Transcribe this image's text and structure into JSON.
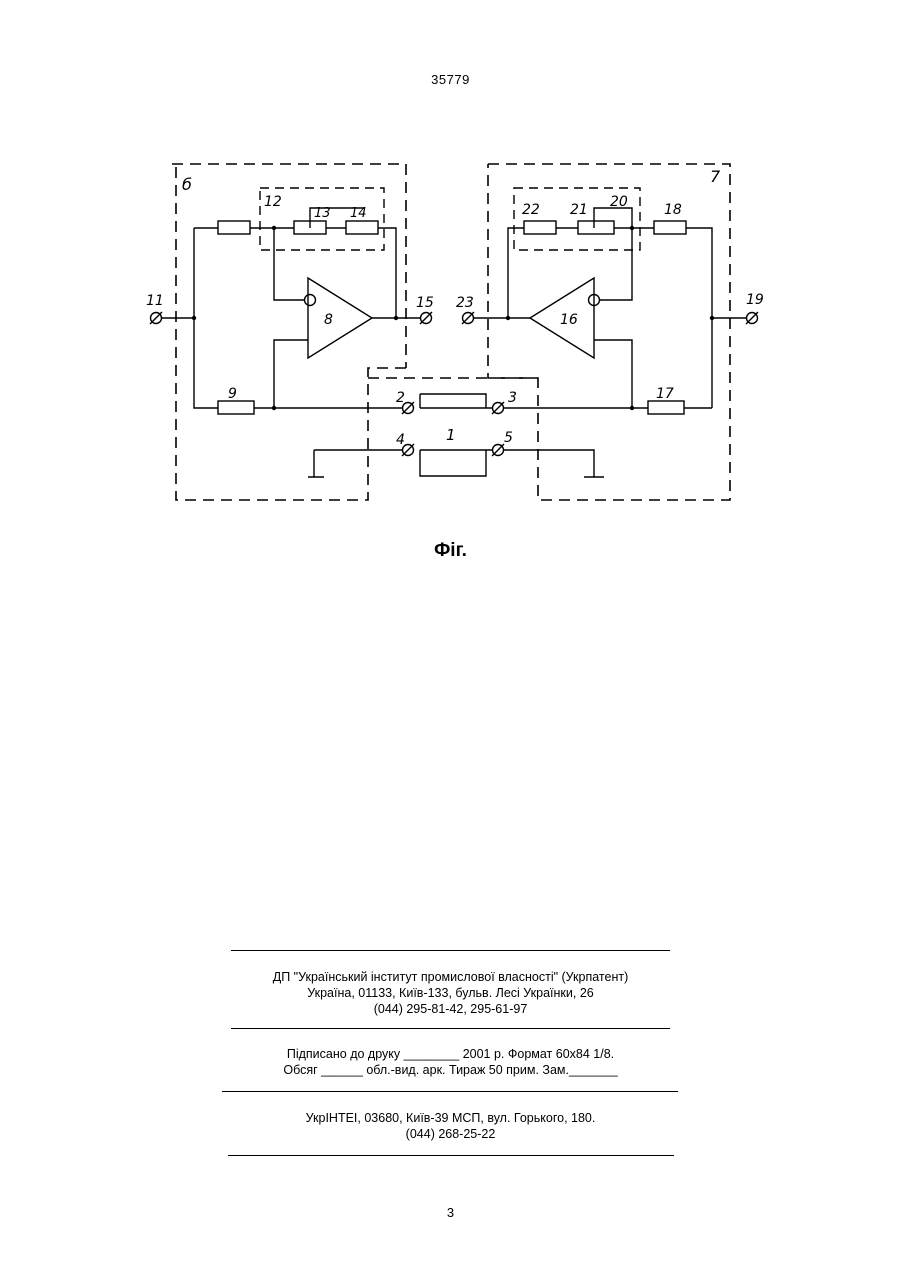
{
  "header": {
    "patent_number": "35779"
  },
  "figure": {
    "caption": "Фіг.",
    "labels": {
      "n1": "1",
      "n2": "2",
      "n3": "3",
      "n4": "4",
      "n5": "5",
      "n6": "б",
      "n7": "7",
      "n8": "8",
      "n9": "9",
      "n11": "11",
      "n12": "12",
      "n13": "13",
      "n14": "14",
      "n15": "15",
      "n16": "16",
      "n17": "17",
      "n18": "18",
      "n19": "19",
      "n20": "20",
      "n21": "21",
      "n22": "22",
      "n23": "23"
    }
  },
  "imprint": {
    "publisher_line1": "ДП \"Український інститут промислової власності\" (Укрпатент)",
    "publisher_line2": "Україна, 01133, Київ-133, бульв. Лесі Українки, 26",
    "publisher_line3": "(044) 295-81-42, 295-61-97",
    "print_line1": "Підписано до друку ________ 2001 р.    Формат 60х84 1/8.",
    "print_line2": "Обсяг ______ обл.-вид. арк.   Тираж 50 прим.    Зам._______",
    "printer_line1": "УкрІНТЕІ, 03680, Київ-39 МСП, вул. Горького, 180.",
    "printer_line2": "(044) 268-25-22"
  },
  "footer": {
    "page_number": "3"
  }
}
